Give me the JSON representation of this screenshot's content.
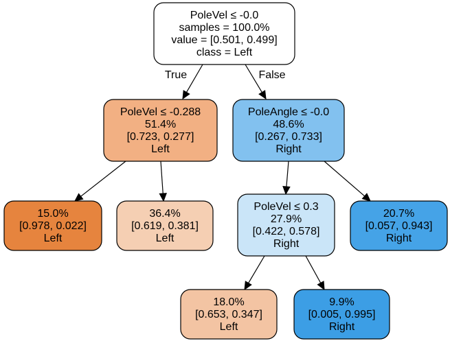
{
  "tree": {
    "nodes": [
      {
        "id": "root",
        "lines": [
          "PoleVel ≤ -0.0",
          "samples = 100.0%",
          "value = [0.501, 0.499]",
          "class = Left"
        ],
        "fill": "#ffffff"
      },
      {
        "id": "n1",
        "lines": [
          "PoleVel ≤ -0.288",
          "51.4%",
          "[0.723, 0.277]",
          "Left"
        ],
        "fill": "#f2b083"
      },
      {
        "id": "n2",
        "lines": [
          "PoleAngle ≤ -0.0",
          "48.6%",
          "[0.267, 0.733]",
          "Right"
        ],
        "fill": "#82c1ef"
      },
      {
        "id": "n3",
        "lines": [
          "15.0%",
          "[0.978, 0.022]",
          "Left"
        ],
        "fill": "#e6843e"
      },
      {
        "id": "n4",
        "lines": [
          "36.4%",
          "[0.619, 0.381]",
          "Left"
        ],
        "fill": "#f5cfb3"
      },
      {
        "id": "n5",
        "lines": [
          "PoleVel ≤ 0.3",
          "27.9%",
          "[0.422, 0.578]",
          "Right"
        ],
        "fill": "#cae5f8"
      },
      {
        "id": "n6",
        "lines": [
          "20.7%",
          "[0.057, 0.943]",
          "Right"
        ],
        "fill": "#45a3e7"
      },
      {
        "id": "n7",
        "lines": [
          "18.0%",
          "[0.653, 0.347]",
          "Left"
        ],
        "fill": "#f3c4a3"
      },
      {
        "id": "n8",
        "lines": [
          "9.9%",
          "[0.005, 0.995]",
          "Right"
        ],
        "fill": "#3c9ee5"
      }
    ],
    "edges": [
      {
        "from": "root",
        "to": "n1",
        "label": "True"
      },
      {
        "from": "root",
        "to": "n2",
        "label": "False"
      },
      {
        "from": "n1",
        "to": "n3",
        "label": ""
      },
      {
        "from": "n1",
        "to": "n4",
        "label": ""
      },
      {
        "from": "n2",
        "to": "n5",
        "label": ""
      },
      {
        "from": "n2",
        "to": "n6",
        "label": ""
      },
      {
        "from": "n5",
        "to": "n7",
        "label": ""
      },
      {
        "from": "n5",
        "to": "n8",
        "label": ""
      }
    ]
  }
}
